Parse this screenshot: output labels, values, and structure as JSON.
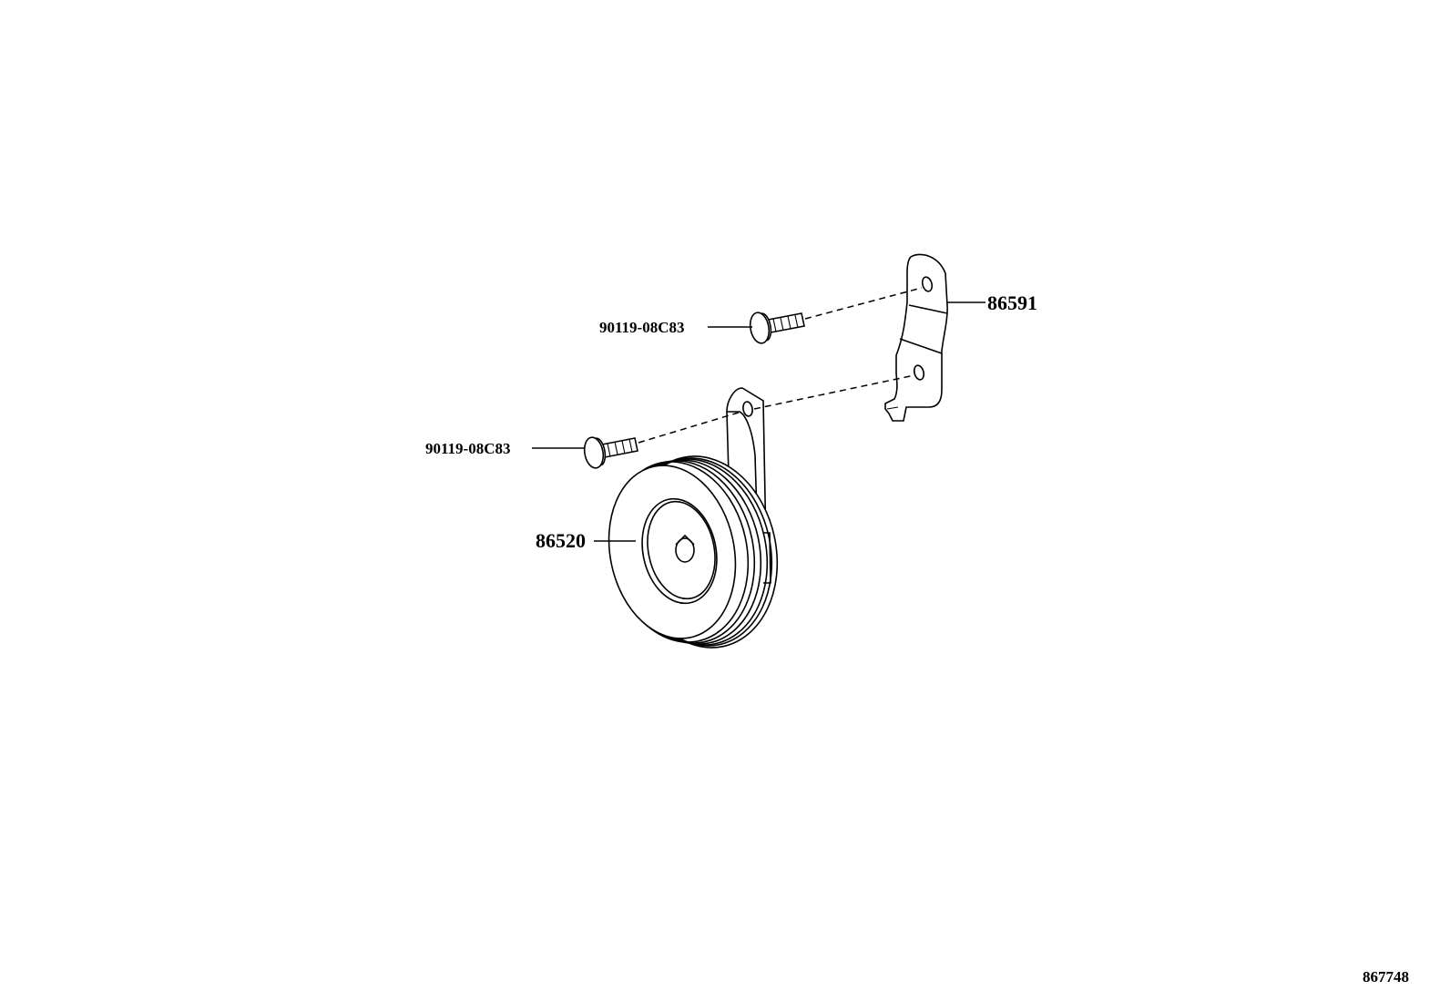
{
  "labels": {
    "bolt_upper": "90119-08C83",
    "bolt_lower": "90119-08C83",
    "bracket": "86591",
    "horn": "86520",
    "diagram_id": "867748"
  }
}
